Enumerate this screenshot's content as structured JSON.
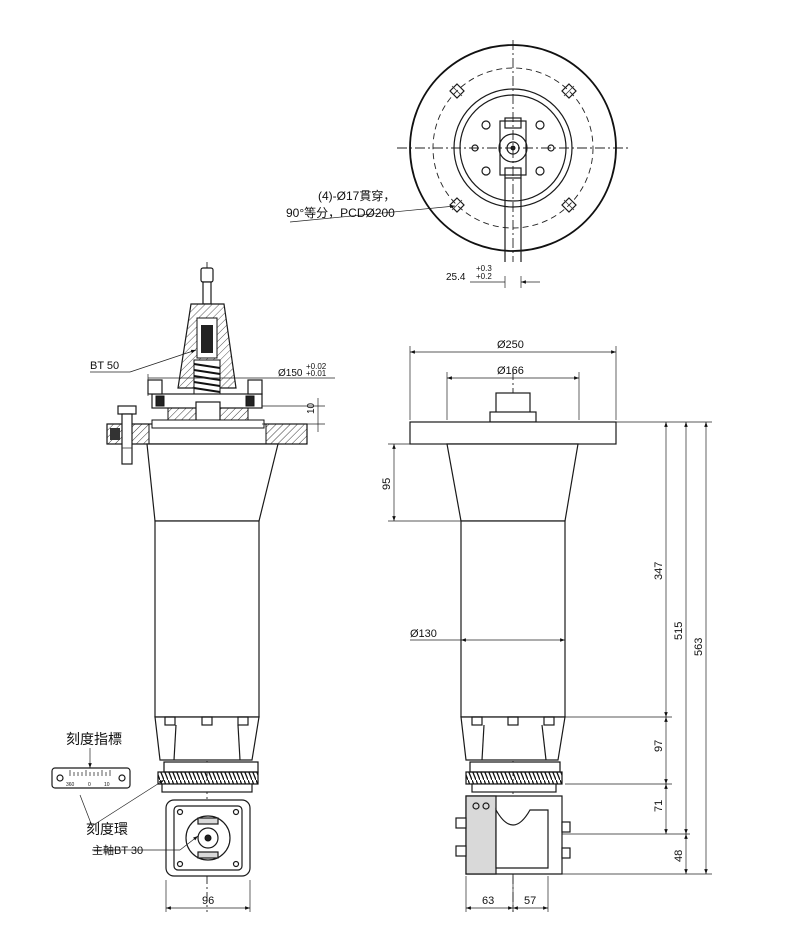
{
  "callouts": {
    "holes_line1": "(4)-Ø17貫穿，",
    "holes_line2": "90°等分，PCDØ200",
    "bt50": "BT 50",
    "scale_indicator": "刻度指標",
    "scale_ring": "刻度環",
    "spindle_bt30": "主軸BT 30"
  },
  "dimensions": {
    "slot_width": "25.4",
    "slot_tol_upper": "+0.3",
    "slot_tol_lower": "+0.2",
    "pilot_dia": "Ø150",
    "pilot_tol_upper": "+0.02",
    "pilot_tol_lower": "+0.01",
    "pilot_height": "10",
    "flange_dia": "Ø250",
    "boss_dia": "Ø166",
    "taper_height": "95",
    "body_dia": "Ø130",
    "len_347": "347",
    "len_515": "515",
    "len_563": "563",
    "len_97": "97",
    "len_71": "71",
    "len_48": "48",
    "head_width": "96",
    "offset_63": "63",
    "offset_57": "57"
  },
  "scale_ticks": [
    "360",
    "0",
    "10"
  ]
}
